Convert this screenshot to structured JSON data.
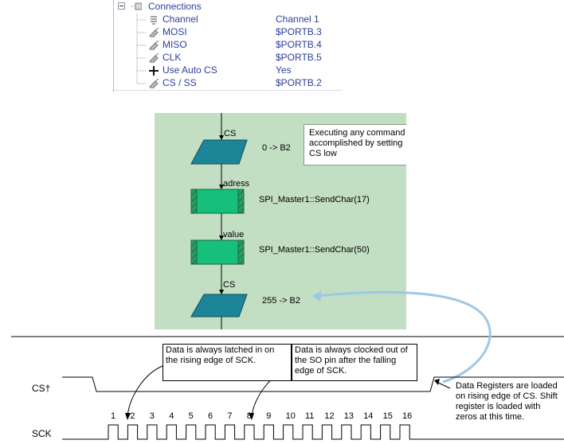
{
  "tree": {
    "group_label": "Connections",
    "rows": [
      {
        "label": "Channel",
        "value": "Channel 1",
        "icon": "list-icon"
      },
      {
        "label": "MOSI",
        "value": "$PORTB.3",
        "icon": "pin-icon"
      },
      {
        "label": "MISO",
        "value": "$PORTB.4",
        "icon": "pin-icon"
      },
      {
        "label": "CLK",
        "value": "$PORTB.5",
        "icon": "pin-icon"
      },
      {
        "label": "Use Auto CS",
        "value": "Yes",
        "icon": "plus-icon"
      },
      {
        "label": "CS / SS",
        "value": "$PORTB.2",
        "icon": "pin-icon"
      }
    ]
  },
  "flowchart": {
    "note": "Executing any command is accomplished by setting CS low",
    "blocks": [
      {
        "edge_label": "CS",
        "type": "io",
        "text": "0 -> B2"
      },
      {
        "edge_label": "adress",
        "type": "process",
        "text": "SPI_Master1::SendChar(17)"
      },
      {
        "edge_label": "value",
        "type": "process",
        "text": "SPI_Master1::SendChar(50)"
      },
      {
        "edge_label": "CS",
        "type": "io",
        "text": "255 -> B2"
      }
    ],
    "colors": {
      "background": "#c2dec3",
      "io": "#1c8597",
      "process": "#16c07a",
      "arrow": "#9cc8ea"
    }
  },
  "timing": {
    "note_latched": "Data is always latched in on the rising edge of SCK.",
    "note_clocked": "Data is always clocked out of the SO pin after the falling edge of SCK.",
    "note_registers": "Data Registers are loaded on rising edge of CS. Shift register is loaded with zeros at this time.",
    "cs_label": "CS†",
    "sck_label": "SCK",
    "clock_numbers": [
      "1",
      "2",
      "3",
      "4",
      "5",
      "6",
      "7",
      "8",
      "9",
      "10",
      "11",
      "12",
      "13",
      "14",
      "15",
      "16"
    ]
  }
}
